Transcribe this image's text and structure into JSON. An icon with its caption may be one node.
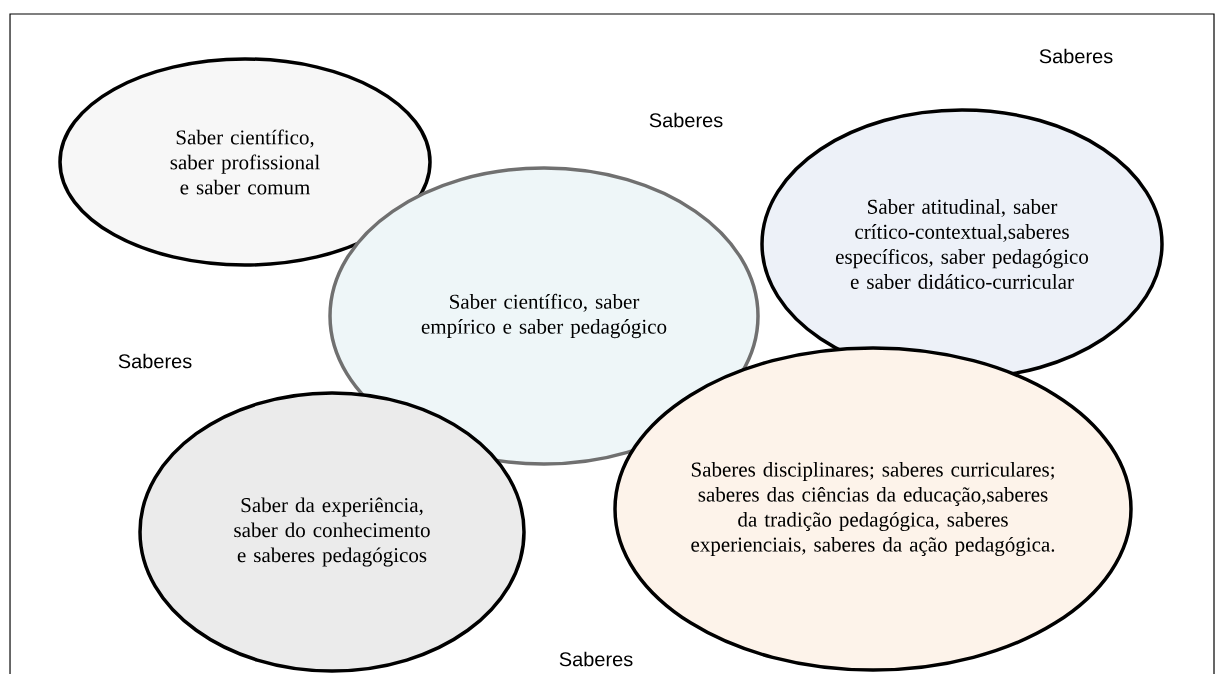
{
  "diagram": {
    "nodes": [
      {
        "text": [
          "Saber científico, saber profissional e saber comum"
        ]
      },
      {
        "text": [
          "Saber científico, saber empírico e saber pedagógico"
        ]
      },
      {
        "text": [
          "Saber atitudinal, saber crítico-contextual,saberes específicos, saber pedagógico e saber didático-curricular"
        ]
      },
      {
        "text": [
          "Saber da experiência, saber do conhecimento e saberes pedagógicos"
        ]
      },
      {
        "text": [
          "Saberes disciplinares; saberes curriculares; saberes das ciências da educação,saberes da tradição pedagógica, saberes experienciais, saberes da ação pedagógica."
        ]
      }
    ],
    "labels": [
      "Saberes",
      "Saberes",
      "Saberes",
      "Saberes"
    ]
  }
}
